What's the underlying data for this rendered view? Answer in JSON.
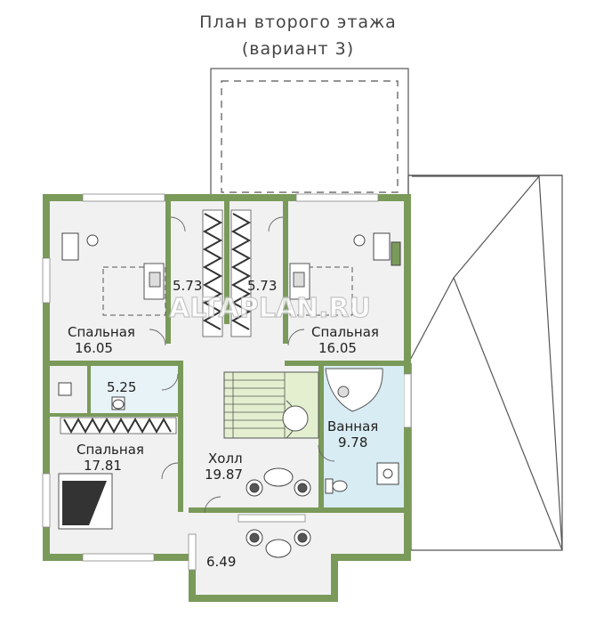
{
  "header": {
    "title_line1": "План второго этажа",
    "title_line2": "(вариант 3)"
  },
  "watermark": "ALTAPLAN.RU",
  "rooms": {
    "bedroom_left": {
      "name": "Спальная",
      "area": "16.05"
    },
    "bedroom_right": {
      "name": "Спальная",
      "area": "16.05"
    },
    "bedroom_bottom": {
      "name": "Спальная",
      "area": "17.81"
    },
    "closet_left": {
      "area": "5.73"
    },
    "closet_right": {
      "area": "5.73"
    },
    "wc": {
      "area": "5.25"
    },
    "hall": {
      "name": "Холл",
      "area": "19.87"
    },
    "bathroom": {
      "name": "Ванная",
      "area": "9.78"
    },
    "balcony": {
      "area": "6.49"
    }
  },
  "colors": {
    "wall": "#7a9a5a",
    "floor": "#f1f1f1",
    "bath_floor": "#d8ecf3",
    "stair_bg": "#e3efcf",
    "line": "#555555"
  }
}
